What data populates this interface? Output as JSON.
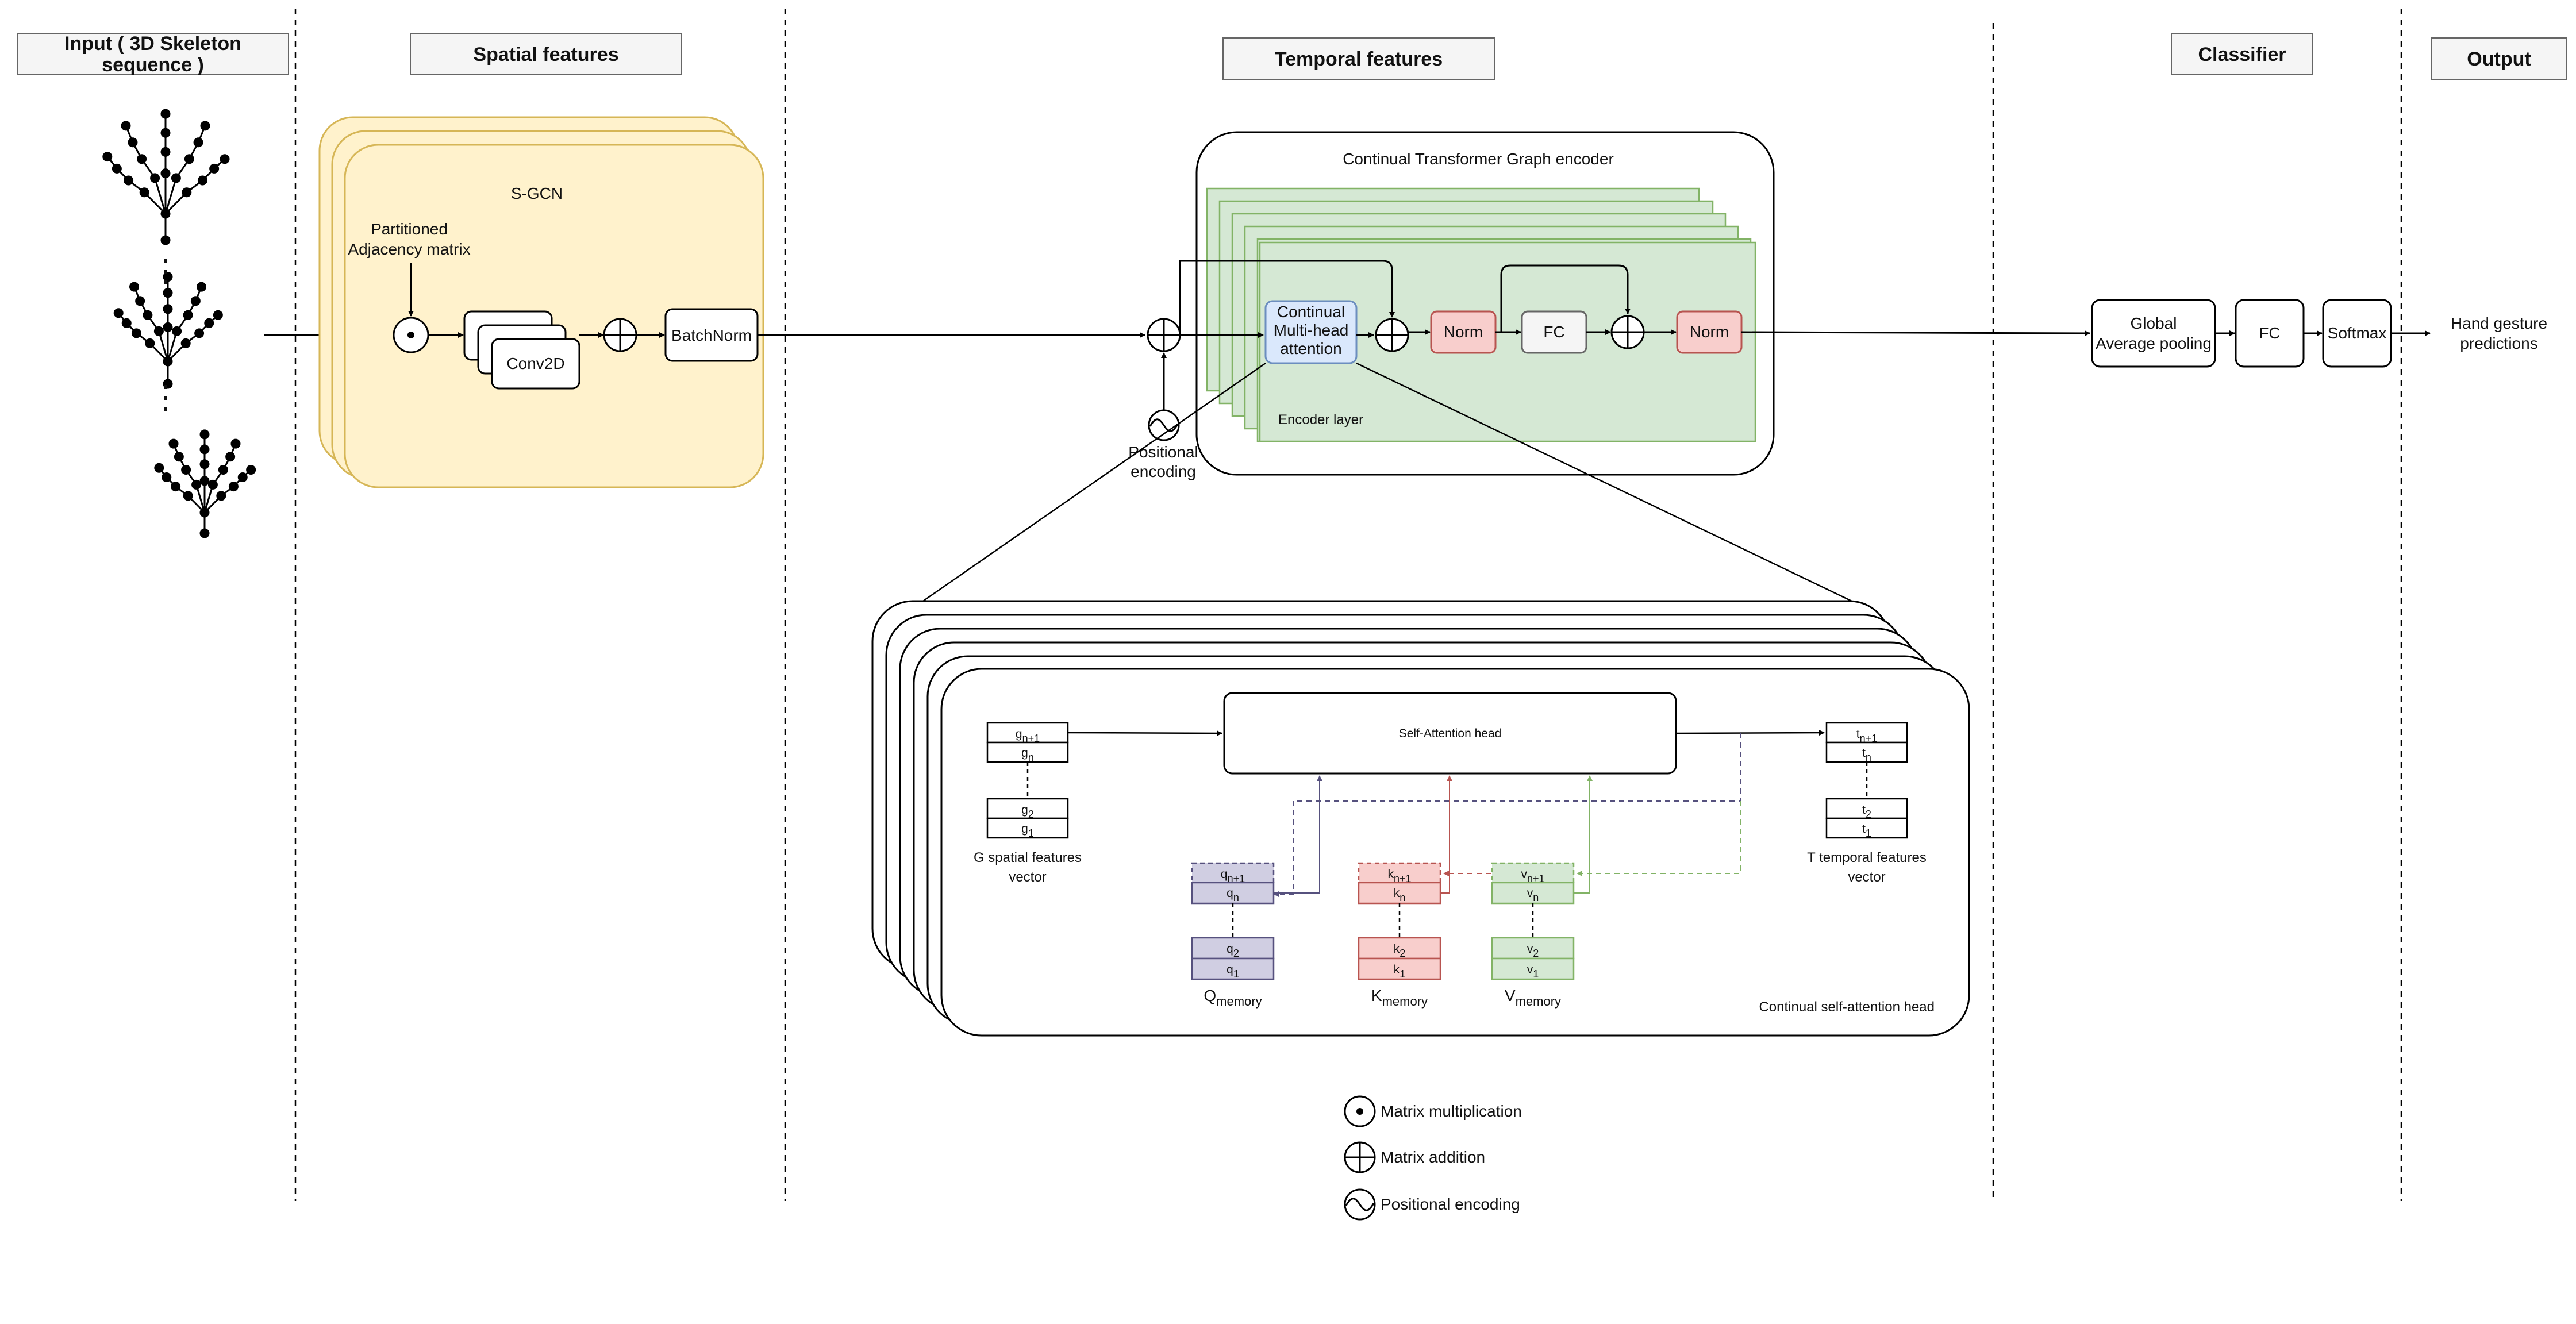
{
  "colors": {
    "spatial_fill": "#fff2cc",
    "spatial_stroke": "#d6b656",
    "encoder_fill": "#d5e8d4",
    "encoder_stroke": "#82b366",
    "attention_fill": "#dae8fc",
    "attention_stroke": "#6c8ebf",
    "norm_fill": "#f8cecc",
    "norm_stroke": "#b85450",
    "query_fill": "#d0cee2",
    "query_stroke": "#56517e",
    "header_fill": "#f5f5f5",
    "header_stroke": "#666666"
  },
  "headers": {
    "input_line1": "Input ( 3D Skeleton",
    "input_line2": "sequence )",
    "spatial": "Spatial features",
    "temporal": "Temporal features",
    "classifier": "Classifier",
    "output": "Output"
  },
  "input_icon": "hand-skeleton-icon",
  "input_ellipsis": "⋮",
  "sgcn": {
    "title": "S-GCN",
    "adjacency_line1": "Partitioned",
    "adjacency_line2": "Adjacency matrix",
    "conv": "Conv2D",
    "batchnorm": "BatchNorm"
  },
  "encoder": {
    "title": "Continual Transformer Graph encoder",
    "attention_line1": "Continual",
    "attention_line2": "Multi-head",
    "attention_line3": "attention",
    "norm1": "Norm",
    "fc": "FC",
    "norm2": "Norm",
    "layer_label": "Encoder layer",
    "positional_line1": "Positional",
    "positional_line2": "encoding"
  },
  "classifier": {
    "gap_line1": "Global",
    "gap_line2": "Average pooling",
    "fc": "FC",
    "softmax": "Softmax"
  },
  "output": {
    "line1": "Hand gesture",
    "line2": "predictions"
  },
  "head": {
    "self_attention": "Self-Attention head",
    "g_spatial_line1": "G spatial features",
    "g_spatial_line2": "vector",
    "t_temporal_line1": "T temporal features",
    "t_temporal_line2": "vector",
    "title": "Continual self-attention head",
    "g": {
      "top": [
        "g",
        "n+1"
      ],
      "second": [
        "g",
        "n"
      ],
      "third": [
        "g",
        "2"
      ],
      "bottom": [
        "g",
        "1"
      ]
    },
    "t": {
      "top": [
        "t",
        "n+1"
      ],
      "second": [
        "t",
        "n"
      ],
      "third": [
        "t",
        "2"
      ],
      "bottom": [
        "t",
        "1"
      ]
    },
    "q": {
      "top": [
        "q",
        "n+1"
      ],
      "second": [
        "q",
        "n"
      ],
      "third": [
        "q",
        "2"
      ],
      "bottom": [
        "q",
        "1"
      ],
      "memory": [
        "Q",
        "memory"
      ]
    },
    "k": {
      "top": [
        "k",
        "n+1"
      ],
      "second": [
        "k",
        "n"
      ],
      "third": [
        "k",
        "2"
      ],
      "bottom": [
        "k",
        "1"
      ],
      "memory": [
        "K",
        "memory"
      ]
    },
    "v": {
      "top": [
        "v",
        "n+1"
      ],
      "second": [
        "v",
        "n"
      ],
      "third": [
        "v",
        "2"
      ],
      "bottom": [
        "v",
        "1"
      ],
      "memory": [
        "V",
        "memory"
      ]
    }
  },
  "legend": {
    "mult": "Matrix multiplication",
    "add": "Matrix addition",
    "pos": "Positional encoding"
  }
}
